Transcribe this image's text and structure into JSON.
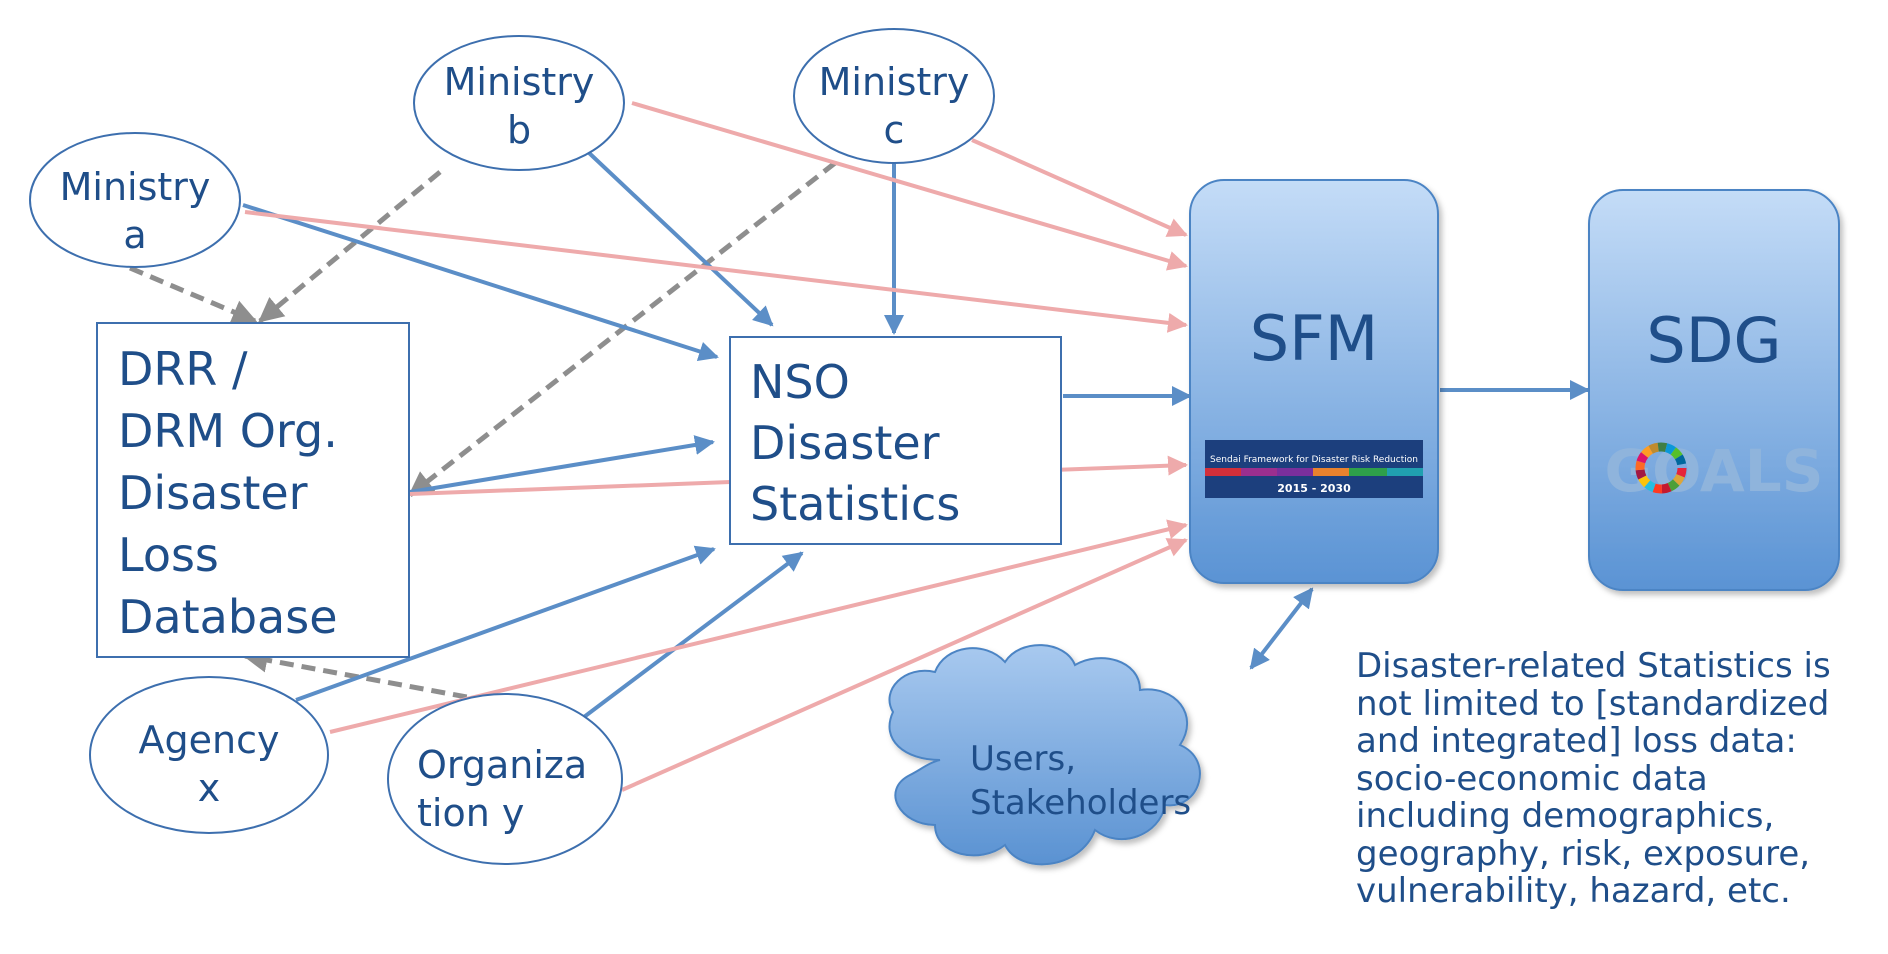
{
  "nodes": {
    "ministry_a": {
      "lines": [
        "Ministry",
        "a"
      ]
    },
    "ministry_b": {
      "lines": [
        "Ministry",
        "b"
      ]
    },
    "ministry_c": {
      "lines": [
        "Ministry",
        "c"
      ]
    },
    "agency_x": {
      "lines": [
        "Agency",
        "x"
      ]
    },
    "organization_y": {
      "lines": [
        "Organiza",
        "tion y"
      ]
    },
    "drr_database": {
      "lines": [
        "DRR /",
        "DRM Org.",
        "Disaster",
        "Loss",
        "Database"
      ]
    },
    "nso": {
      "lines": [
        "NSO",
        "Disaster",
        "Statistics"
      ]
    },
    "sfm": {
      "title": "SFM",
      "banner_text": "Sendai Framework for Disaster Risk Reduction",
      "banner_years": "2015 - 2030"
    },
    "sdg": {
      "title": "SDG",
      "logo_text": "GOALS"
    },
    "users": {
      "lines": [
        "Users,",
        "Stakeholders"
      ]
    }
  },
  "note": {
    "lines": [
      "Disaster-related Statistics is",
      "not limited to [standardized",
      "and integrated] loss data:",
      "socio-economic data",
      "including demographics,",
      "geography, risk, exposure,",
      "vulnerability, hazard, etc."
    ]
  },
  "colors": {
    "blue_arrow": "#5b8ec7",
    "pink_arrow": "#eeaaab",
    "gray_dashed": "#8e8e8e",
    "text": "#1f4e89",
    "box_top": "#bfd8f5",
    "box_bottom": "#5f96d6"
  }
}
